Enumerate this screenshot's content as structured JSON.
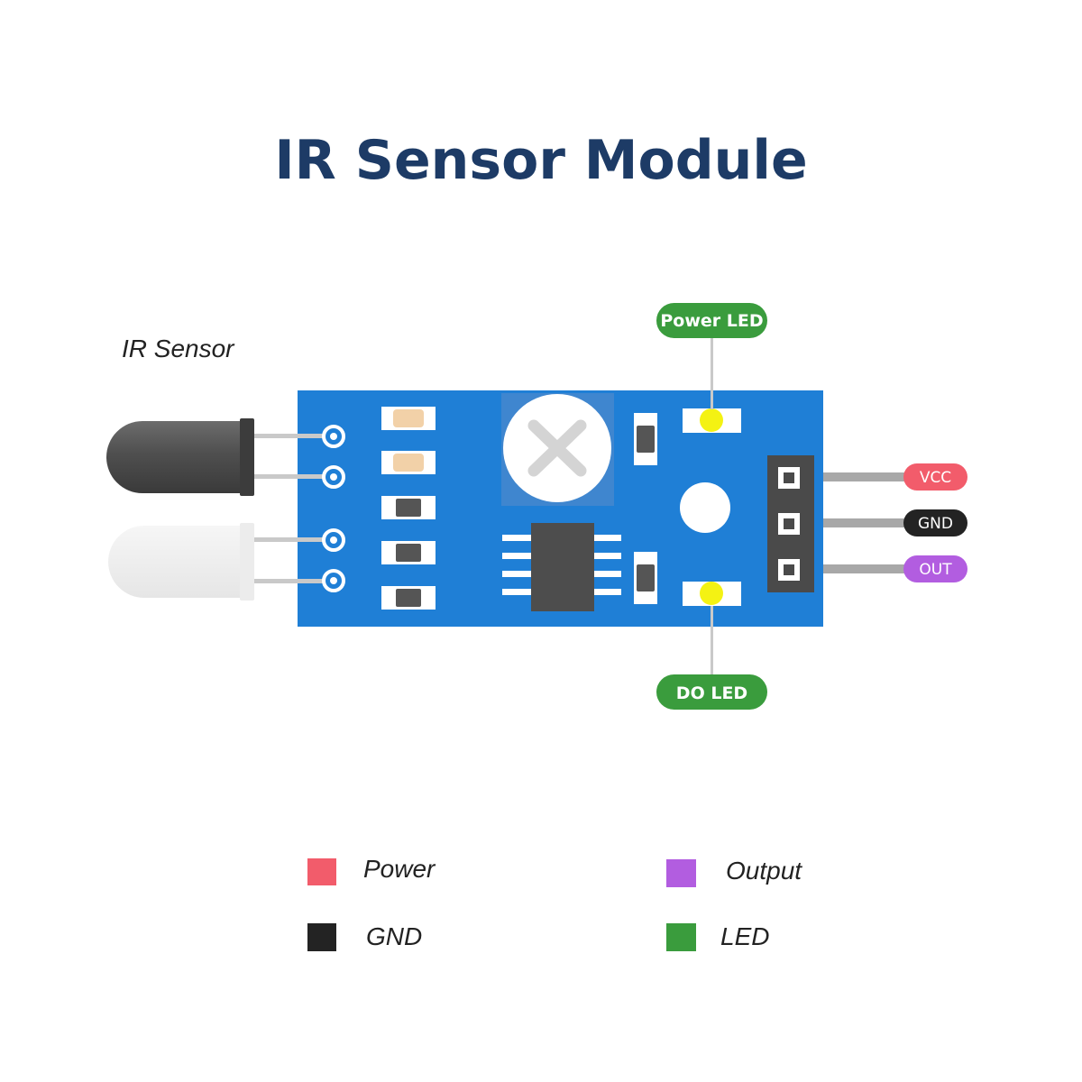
{
  "title": "IR Sensor Module",
  "components": {
    "ir_sensor_label": "IR Sensor",
    "power_led_label": "Power LED",
    "do_led_label": "DO LED"
  },
  "pins": [
    {
      "label": "VCC",
      "color": "#f25c6b"
    },
    {
      "label": "GND",
      "color": "#232323"
    },
    {
      "label": "OUT",
      "color": "#b25de0"
    }
  ],
  "legend": [
    {
      "label": "Power",
      "color": "#f25c6b"
    },
    {
      "label": "GND",
      "color": "#232323"
    },
    {
      "label": "Output",
      "color": "#b25de0"
    },
    {
      "label": "LED",
      "color": "#3a9c3d"
    }
  ],
  "colors": {
    "board": "#1f7fd6",
    "title": "#1d3b66",
    "led_pill": "#3a9c3d",
    "led_light": "#f4f213",
    "header": "#4a4a4a"
  }
}
